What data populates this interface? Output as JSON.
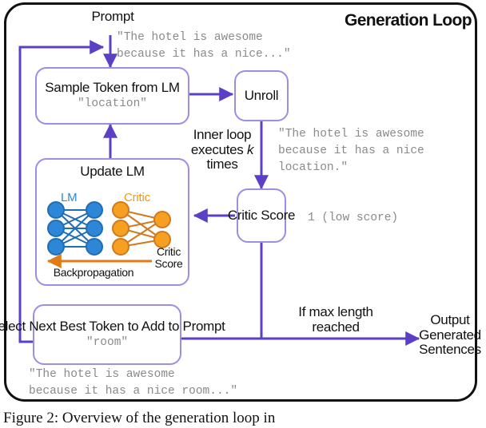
{
  "figure": {
    "frame_title": "Generation Loop",
    "prompt_label": "Prompt",
    "caption": "Figure 2: Overview of the generation loop in",
    "colors": {
      "box_border": "#9b8ee3",
      "arrow": "#5b3fc4",
      "lm_blue": "#2e86d6",
      "critic_orange": "#f5a020",
      "mono_gray": "#8a8a8a",
      "frame_black": "#111111"
    }
  },
  "boxes": {
    "sample_token": {
      "title": "Sample Token\nfrom LM",
      "sub": "\"location\""
    },
    "unroll": {
      "title": "Unroll"
    },
    "update_lm": {
      "title": "Update LM",
      "lm_label": "LM",
      "critic_label": "Critic",
      "backprop_label": "Backpropagation",
      "critic_score_label": "Critic\nScore"
    },
    "critic_score": {
      "title": "Critic\nScore"
    },
    "select_token": {
      "title": "Select Next Best Token\nto Add to Prompt",
      "sub": "\"room\""
    }
  },
  "texts": {
    "prompt_text": "\"The hotel is awesome\nbecause it has a nice...\"",
    "unroll_output": "\"The hotel is awesome\nbecause it has a nice\nlocation.\"",
    "critic_value": "1 (low score)",
    "final_prompt": "\"The hotel is awesome\nbecause it has a nice room...\"",
    "inner_loop_pre": "Inner loop\nexecutes ",
    "inner_loop_k": "k",
    "inner_loop_post": "\ntimes",
    "max_length": "If max length\nreached",
    "output_sentences": "Output\nGenerated\nSentences"
  },
  "network": {
    "lm": {
      "left_nodes": 3,
      "right_nodes": 3,
      "node_color": "#2e86d6",
      "stroke_color": "#1f6db5"
    },
    "critic": {
      "left_nodes": 3,
      "right_nodes": 2,
      "node_color": "#f5a020",
      "stroke_color": "#d2791e"
    }
  }
}
